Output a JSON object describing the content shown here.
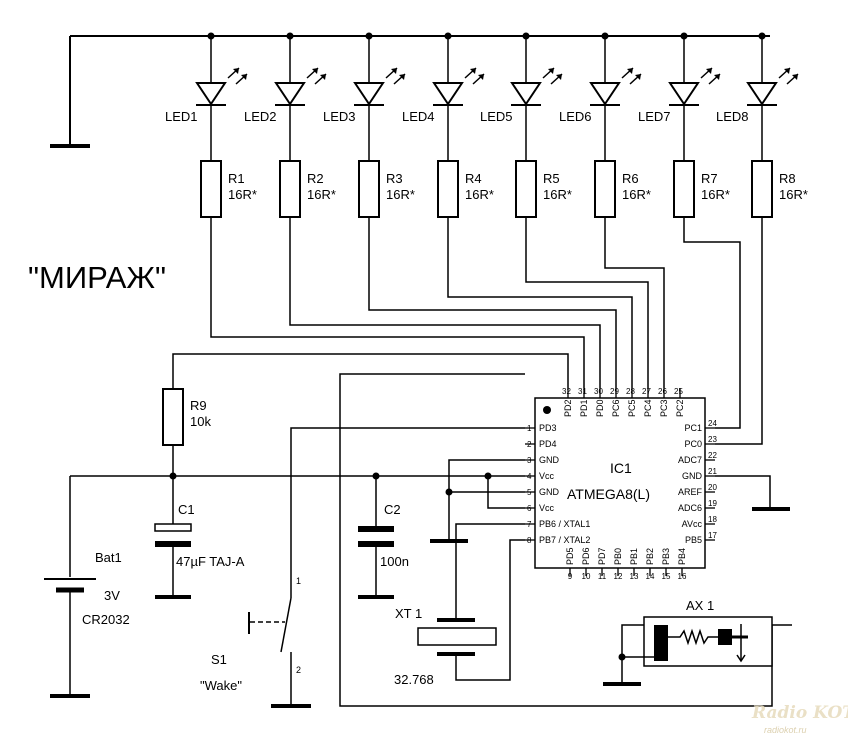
{
  "title": "\"МИРАЖ\"",
  "leds": [
    {
      "led": "LED1",
      "res": "R1",
      "val": "16R*"
    },
    {
      "led": "LED2",
      "res": "R2",
      "val": "16R*"
    },
    {
      "led": "LED3",
      "res": "R3",
      "val": "16R*"
    },
    {
      "led": "LED4",
      "res": "R4",
      "val": "16R*"
    },
    {
      "led": "LED5",
      "res": "R5",
      "val": "16R*"
    },
    {
      "led": "LED6",
      "res": "R6",
      "val": "16R*"
    },
    {
      "led": "LED7",
      "res": "R7",
      "val": "16R*"
    },
    {
      "led": "LED8",
      "res": "R8",
      "val": "16R*"
    }
  ],
  "r9": {
    "name": "R9",
    "value": "10k"
  },
  "c1": {
    "name": "C1",
    "value": "47µF TAJ-A"
  },
  "c2": {
    "name": "C2",
    "value": "100n"
  },
  "bat": {
    "name": "Bat1",
    "voltage": "3V",
    "type": "CR2032"
  },
  "s1": {
    "name": "S1",
    "label": "\"Wake\"",
    "pin1": "1",
    "pin2": "2"
  },
  "xt": {
    "name": "XT 1",
    "value": "32.768"
  },
  "ax": {
    "name": "AX 1"
  },
  "ic": {
    "name": "IC1",
    "part": "ATMEGA8(L)",
    "top": [
      {
        "num": "32",
        "label": "PD2"
      },
      {
        "num": "31",
        "label": "PD1"
      },
      {
        "num": "30",
        "label": "PD0"
      },
      {
        "num": "29",
        "label": "PC6"
      },
      {
        "num": "28",
        "label": "PC5"
      },
      {
        "num": "27",
        "label": "PC4"
      },
      {
        "num": "26",
        "label": "PC3"
      },
      {
        "num": "25",
        "label": "PC2"
      }
    ],
    "left": [
      {
        "num": "1",
        "label": "PD3"
      },
      {
        "num": "2",
        "label": "PD4"
      },
      {
        "num": "3",
        "label": "GND"
      },
      {
        "num": "4",
        "label": "Vcc"
      },
      {
        "num": "5",
        "label": "GND"
      },
      {
        "num": "6",
        "label": "Vcc"
      },
      {
        "num": "7",
        "label": "PB6 / XTAL1"
      },
      {
        "num": "8",
        "label": "PB7 / XTAL2"
      }
    ],
    "right": [
      {
        "num": "24",
        "label": "PC1"
      },
      {
        "num": "23",
        "label": "PC0"
      },
      {
        "num": "22",
        "label": "ADC7"
      },
      {
        "num": "21",
        "label": "GND"
      },
      {
        "num": "20",
        "label": "AREF"
      },
      {
        "num": "19",
        "label": "ADC6"
      },
      {
        "num": "18",
        "label": "AVcc"
      },
      {
        "num": "17",
        "label": "PB5"
      }
    ],
    "bottom": [
      {
        "num": "9",
        "label": "PD5"
      },
      {
        "num": "10",
        "label": "PD6"
      },
      {
        "num": "11",
        "label": "PD7"
      },
      {
        "num": "12",
        "label": "PB0"
      },
      {
        "num": "13",
        "label": "PB1"
      },
      {
        "num": "14",
        "label": "PB2"
      },
      {
        "num": "15",
        "label": "PB3"
      },
      {
        "num": "16",
        "label": "PB4"
      }
    ]
  },
  "watermark": {
    "logo": "Radio KOT",
    "site": "radiokot.ru"
  }
}
